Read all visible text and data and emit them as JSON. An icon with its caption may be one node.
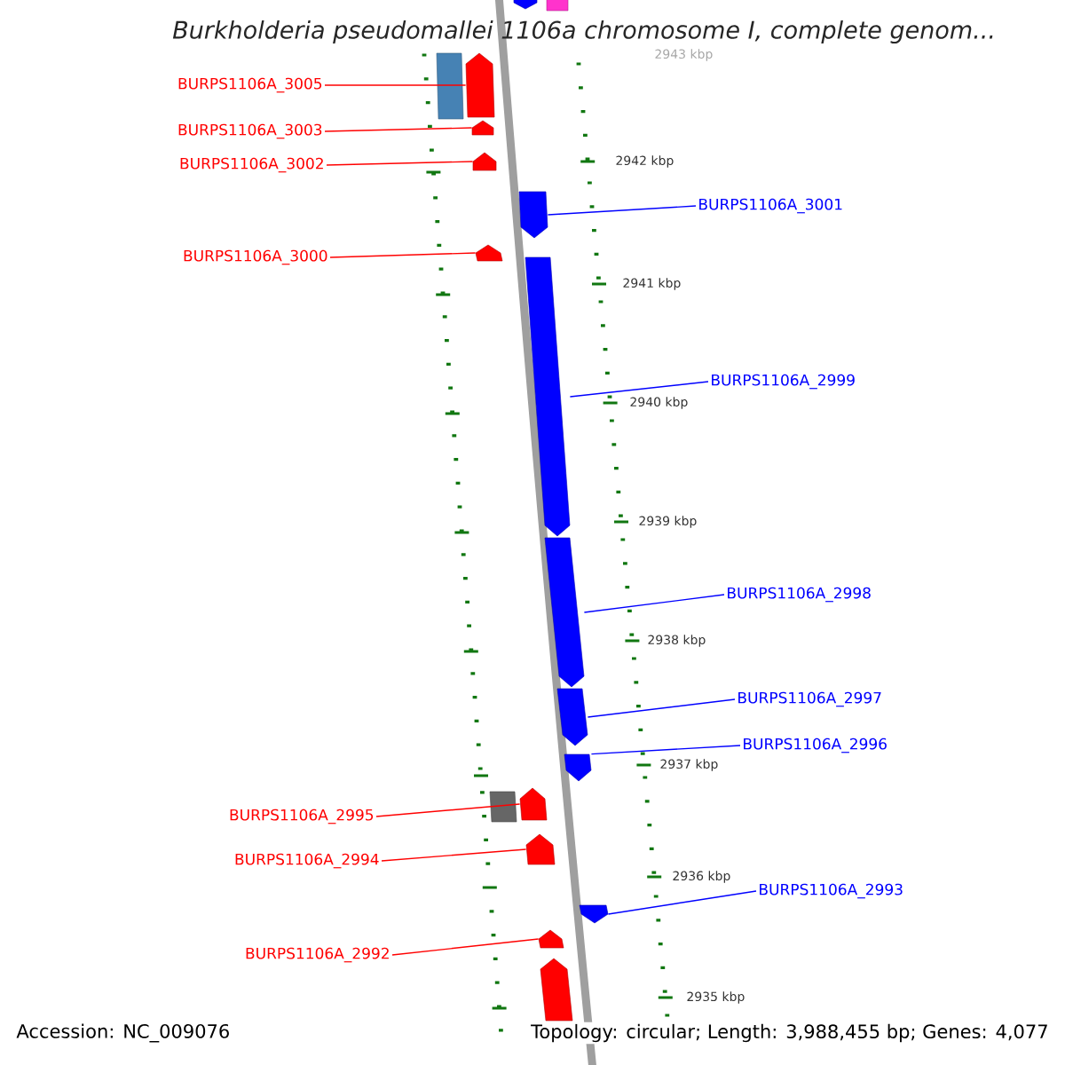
{
  "diagram": {
    "title": "Burkholderia pseudomallei 1106a chromosome I, complete genom...",
    "nodes": [
      {
        "text": [
          "BURPS1106A_3005"
        ]
      },
      {
        "text": [
          "BURPS1106A_3003"
        ]
      },
      {
        "text": [
          "BURPS1106A_3002"
        ]
      },
      {
        "text": [
          "BURPS1106A_3001"
        ]
      },
      {
        "text": [
          "BURPS1106A_3000"
        ]
      },
      {
        "text": [
          "BURPS1106A_2999"
        ]
      },
      {
        "text": [
          "BURPS1106A_2998"
        ]
      },
      {
        "text": [
          "BURPS1106A_2997"
        ]
      },
      {
        "text": [
          "BURPS1106A_2996"
        ]
      },
      {
        "text": [
          "BURPS1106A_2995"
        ]
      },
      {
        "text": [
          "BURPS1106A_2994"
        ]
      },
      {
        "text": [
          "BURPS1106A_2993"
        ]
      },
      {
        "text": [
          "BURPS1106A_2992"
        ]
      },
      {
        "text": [],
        "shape": "arrow"
      },
      {
        "text": [],
        "shape": "box"
      },
      {
        "text": [],
        "shape": "box"
      },
      {
        "text": [],
        "shape": "arrow"
      },
      {
        "text": [],
        "shape": "arrow"
      },
      {
        "text": [],
        "shape": "arrow"
      },
      {
        "text": [],
        "shape": "arrow"
      },
      {
        "text": [],
        "shape": "arrow"
      },
      {
        "text": [],
        "shape": "arrow"
      },
      {
        "text": [],
        "shape": "arrow"
      },
      {
        "text": [],
        "shape": "arrow"
      },
      {
        "text": [],
        "shape": "arrow"
      },
      {
        "text": [],
        "shape": "box"
      },
      {
        "text": [],
        "shape": "arrow"
      },
      {
        "text": [],
        "shape": "arrow"
      },
      {
        "text": [],
        "shape": "arrow"
      },
      {
        "text": [],
        "shape": "arrow"
      },
      {
        "text": [],
        "shape": "arrow"
      }
    ],
    "edges": [
      {
        "from": 0,
        "to": 16,
        "arrow": "none"
      },
      {
        "from": 1,
        "to": 17,
        "arrow": "none"
      },
      {
        "from": 2,
        "to": 18,
        "arrow": "none"
      },
      {
        "from": 3,
        "to": 19,
        "arrow": "none",
        "color": "#0000ff"
      },
      {
        "from": 4,
        "to": 20,
        "arrow": "none"
      },
      {
        "from": 5,
        "to": 21,
        "arrow": "none",
        "color": "#0000ff"
      },
      {
        "from": 6,
        "to": 22,
        "arrow": "none",
        "color": "#0000ff"
      },
      {
        "from": 7,
        "to": 23,
        "arrow": "none",
        "color": "#0000ff"
      },
      {
        "from": 8,
        "to": 24,
        "arrow": "none",
        "color": "#0000ff"
      },
      {
        "from": 9,
        "to": 26,
        "arrow": "none"
      },
      {
        "from": 10,
        "to": 27,
        "arrow": "none"
      },
      {
        "from": 11,
        "to": 28,
        "arrow": "none",
        "color": "#0000ff"
      },
      {
        "from": 12,
        "to": 29,
        "arrow": "none"
      }
    ],
    "labels": [
      "2943 kbp",
      "2942 kbp",
      "2941 kbp",
      "2940 kbp",
      "2939 kbp",
      "2938 kbp",
      "2937 kbp",
      "2936 kbp",
      "2935 kbp",
      "Accession: NC_009076",
      "Topology: circular; Length: 3,988,455 bp; Genes: 4,077"
    ]
  }
}
